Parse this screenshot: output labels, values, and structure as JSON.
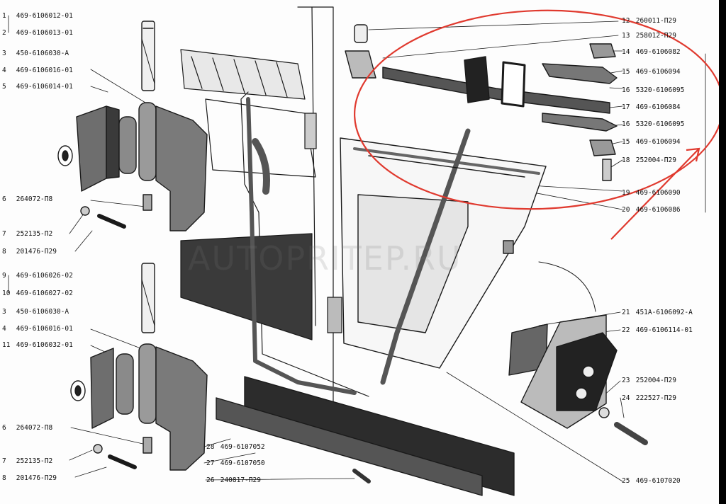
{
  "watermark": "AUTOPRITEP.RU",
  "annotation_color": "#e03a2f",
  "parts": [
    {
      "num": "1",
      "code": "469-6106012-01"
    },
    {
      "num": "2",
      "code": "469-6106013-01"
    },
    {
      "num": "3",
      "code": "450-6106030-А"
    },
    {
      "num": "4",
      "code": "469-6106016-01"
    },
    {
      "num": "5",
      "code": "469-6106014-01"
    },
    {
      "num": "6",
      "code": "264072-П8"
    },
    {
      "num": "7",
      "code": "252135-П2"
    },
    {
      "num": "8",
      "code": "201476-П29"
    },
    {
      "num": "9",
      "code": "469-6106026-02"
    },
    {
      "num": "10",
      "code": "469-6106027-02"
    },
    {
      "num": "3",
      "code": "450-6106030-А"
    },
    {
      "num": "4",
      "code": "469-6106016-01"
    },
    {
      "num": "11",
      "code": "469-6106032-01"
    },
    {
      "num": "6",
      "code": "264072-П8"
    },
    {
      "num": "7",
      "code": "252135-П2"
    },
    {
      "num": "8",
      "code": "201476-П29"
    },
    {
      "num": "12",
      "code": "260011-П29"
    },
    {
      "num": "13",
      "code": "258012-П29"
    },
    {
      "num": "14",
      "code": "469-6106082"
    },
    {
      "num": "15",
      "code": "469-6106094"
    },
    {
      "num": "16",
      "code": "5320-6106095"
    },
    {
      "num": "17",
      "code": "469-6106084"
    },
    {
      "num": "16",
      "code": "5320-6106095"
    },
    {
      "num": "15",
      "code": "469-6106094"
    },
    {
      "num": "18",
      "code": "252004-П29"
    },
    {
      "num": "19",
      "code": "469-6106090"
    },
    {
      "num": "20",
      "code": "469-6106086"
    },
    {
      "num": "21",
      "code": "451А-6106092-А"
    },
    {
      "num": "22",
      "code": "469-6106114-01"
    },
    {
      "num": "23",
      "code": "252004-П29"
    },
    {
      "num": "24",
      "code": "222527-П29"
    },
    {
      "num": "28",
      "code": "469-6107052"
    },
    {
      "num": "27",
      "code": "469-6107050"
    },
    {
      "num": "26",
      "code": "240817-П29"
    },
    {
      "num": "25",
      "code": "469-6107020"
    }
  ]
}
